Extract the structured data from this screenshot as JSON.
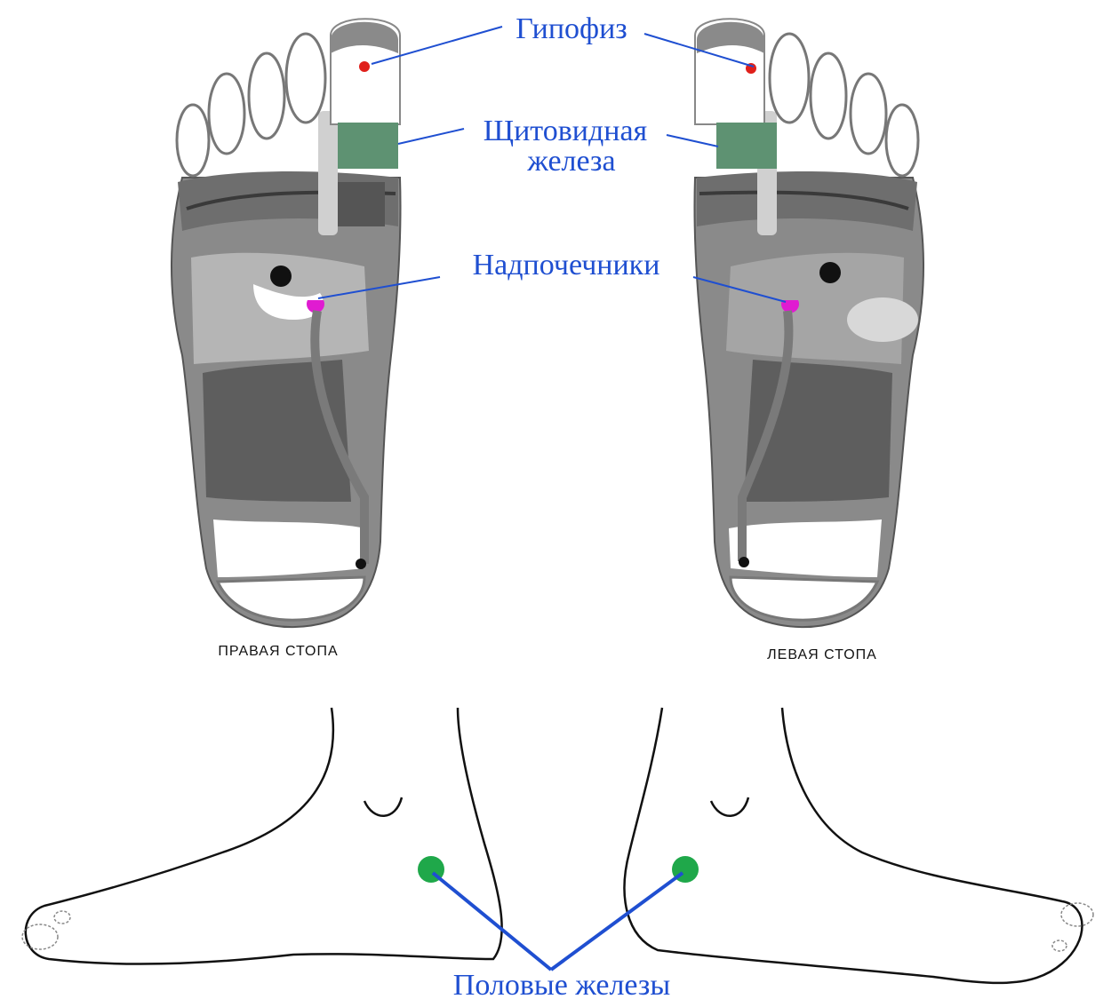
{
  "labels": {
    "pituitary": "Гипофиз",
    "thyroid_line1": "Щитовидная",
    "thyroid_line2": "железа",
    "adrenals": "Надпочечники",
    "gonads": "Половые железы"
  },
  "foot_captions": {
    "right": "ПРАВАЯ СТОПА",
    "left": "ЛЕВАЯ СТОПА"
  },
  "colors": {
    "label_text": "#1f4fd1",
    "leader_line": "#1f4fd1",
    "pituitary_point": "#e0201b",
    "thyroid_zone": "#5e9272",
    "adrenal_point": "#e01bd1",
    "gonad_point": "#1fa84a",
    "sole_dark": "#6e6e6e",
    "sole_mid": "#9a9a9a",
    "sole_light": "#c8c8c8",
    "outline": "#111111"
  }
}
